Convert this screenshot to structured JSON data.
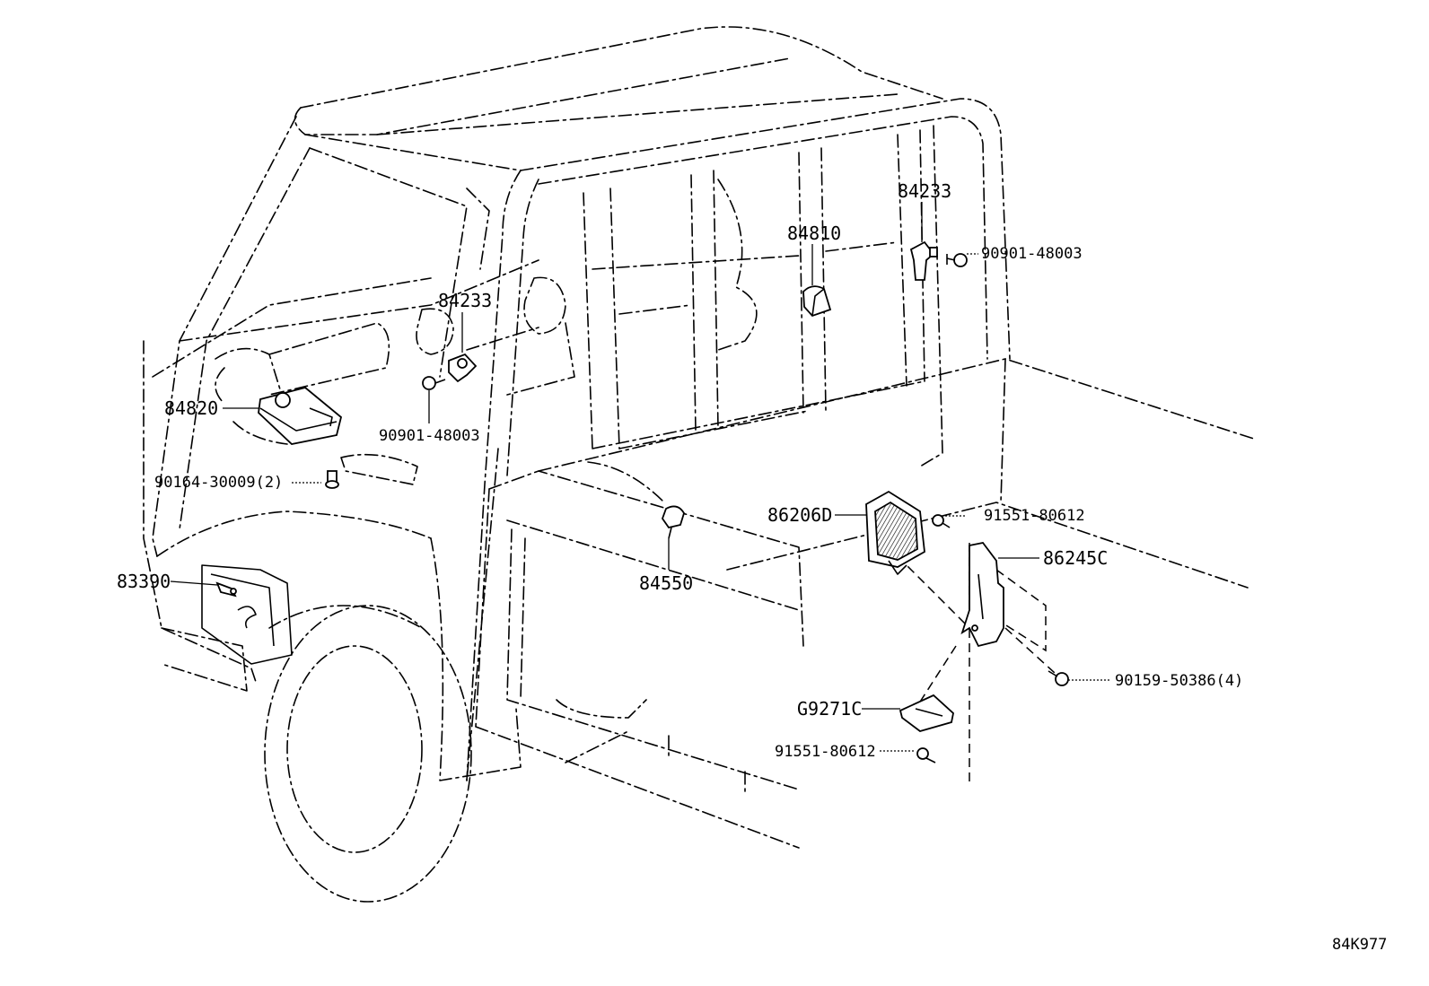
{
  "diagram_id": "84K977",
  "callouts": {
    "c84233_top": "84233",
    "c84810": "84810",
    "c90901_top": "90901-48003",
    "c84233_mid": "84233",
    "c84820": "84820",
    "c90901_mid": "90901-48003",
    "c90164": "90164-30009(2)",
    "c83390": "83390",
    "c84550": "84550",
    "c86206D": "86206D",
    "c91551_top": "91551-80612",
    "c86245C": "86245C",
    "c90159": "90159-50386(4)",
    "cG9271C": "G9271C",
    "c91551_bot": "91551-80612"
  }
}
